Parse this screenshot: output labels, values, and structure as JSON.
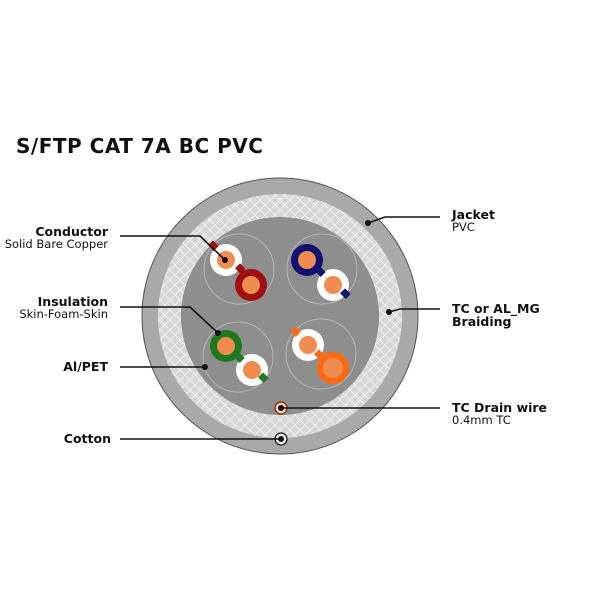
{
  "title": "S/FTP CAT 7A BC PVC",
  "labels": {
    "conductor": {
      "name": "Conductor",
      "detail": "Solid Bare Copper"
    },
    "insulation": {
      "name": "Insulation",
      "detail": "Skin-Foam-Skin"
    },
    "alpet": {
      "name": "Al/PET"
    },
    "cotton": {
      "name": "Cotton"
    },
    "jacket": {
      "name": "Jacket",
      "detail": "PVC"
    },
    "braiding": {
      "name": "TC or AL_MG Braiding"
    },
    "drain": {
      "name": "TC Drain wire",
      "detail": "0.4mm TC"
    }
  },
  "colors": {
    "jacket": "#a8a8a8",
    "braid": "#d8d8d8",
    "core": "#8c8c8c",
    "copper": "#f08c50",
    "pair_brown": "#a01010",
    "pair_blue": "#101070",
    "pair_green": "#1f7a1f",
    "pair_orange": "#ff6a10"
  }
}
